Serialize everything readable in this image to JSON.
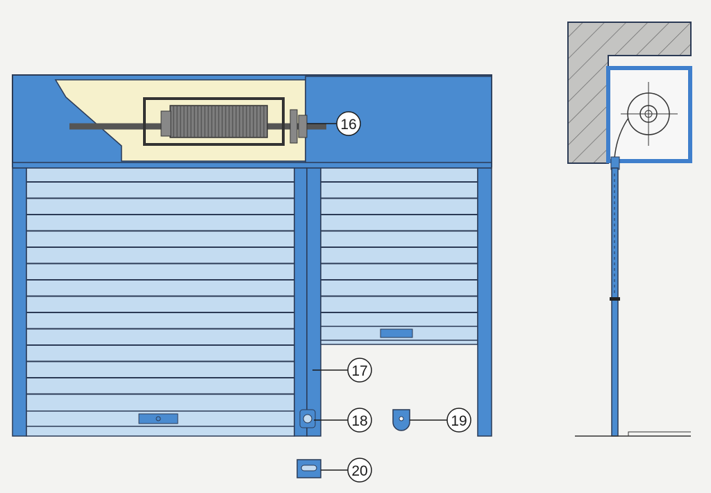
{
  "diagram": {
    "callouts": [
      {
        "id": "c16",
        "label": "16",
        "target": "shaft-bearing"
      },
      {
        "id": "c17",
        "label": "17",
        "target": "center-post"
      },
      {
        "id": "c18",
        "label": "18",
        "target": "lock"
      },
      {
        "id": "c19",
        "label": "19",
        "target": "floor-lock-plate"
      },
      {
        "id": "c20",
        "label": "20",
        "target": "switch-box"
      }
    ]
  },
  "colors": {
    "frame_blue": "#4a8bd0",
    "slat_blue": "#c4dcf1",
    "box_cream": "#f6f1cc",
    "line": "#2b3a55",
    "wall_gray": "#bdbdbd"
  }
}
